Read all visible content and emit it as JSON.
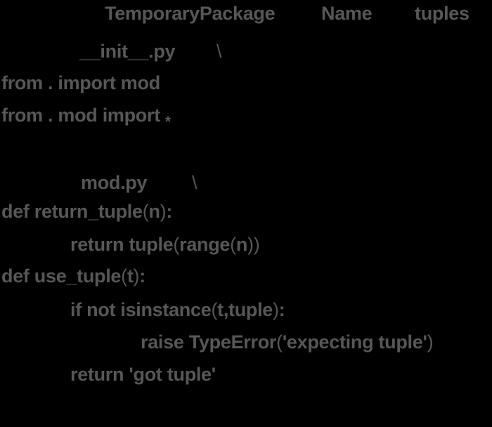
{
  "colors": {
    "background": "#000000",
    "code_text": "#575757"
  },
  "notebook": {
    "package": {
      "name": "TemporaryPackage",
      "name_key": "Name",
      "name_value": "tuples"
    },
    "files": [
      {
        "filename": "__init__.py",
        "continuation": "\\",
        "lines": [
          {
            "text": "from . import mod"
          },
          {
            "text": "from . mod import",
            "star": "*"
          }
        ]
      },
      {
        "filename": "mod.py",
        "continuation": "\\",
        "lines": [
          {
            "text": "def return_tuple(n):"
          },
          {
            "text": "return tuple(range(n))"
          },
          {
            "text": "def use_tuple(t):"
          },
          {
            "text": "if not isinstance(t,tuple):"
          },
          {
            "text": "raise TypeError('expecting tuple')"
          },
          {
            "text": "return 'got tuple'"
          }
        ]
      }
    ]
  }
}
